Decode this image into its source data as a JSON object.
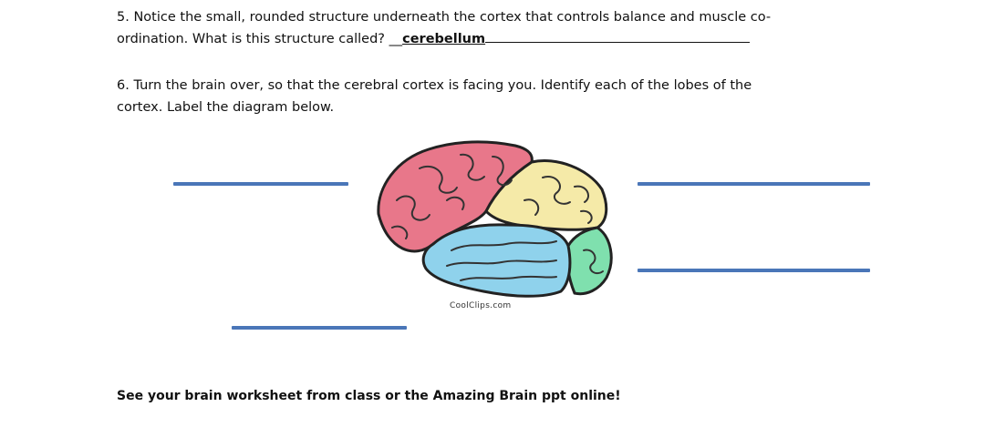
{
  "q5": {
    "text_line1": "5.  Notice the small, rounded structure underneath the cortex that controls balance and muscle co-",
    "text_line2": "ordination.  What is this structure called? __",
    "answer": "cerebellum"
  },
  "q6": {
    "text_line1": "6.  Turn the brain over, so that the cerebral cortex is facing you.  Identify each of the lobes of the",
    "text_line2": "cortex.  Label the diagram below."
  },
  "diagram": {
    "credit": "CoolClips.com",
    "lobe_colors": {
      "frontal": "#e8778a",
      "parietal": "#f5eaa8",
      "temporal": "#8fd2ec",
      "occipital": "#7fe0ae"
    },
    "label_line_color": "#4a76b8"
  },
  "footer": "See your brain worksheet from class or the Amazing Brain ppt online!"
}
